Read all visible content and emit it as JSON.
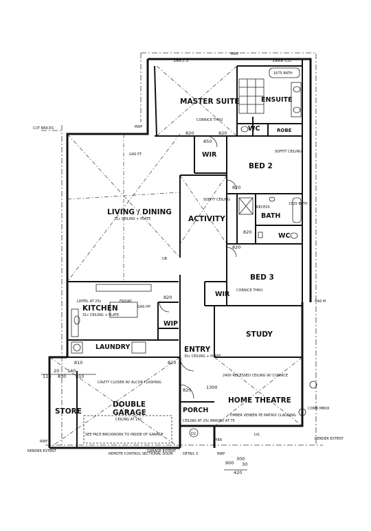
{
  "rooms": {
    "master_suite": "MASTER SUITE",
    "ensuite": "ENSUITE",
    "wc_ensuite": "WC",
    "robe": "ROBE",
    "wir_master": "WIR",
    "bed2": "BED 2",
    "living_dining": "LIVING / DINING",
    "activity": "ACTIVITY",
    "bath": "BATH",
    "wc": "WC",
    "bed3": "BED 3",
    "wir": "WIR",
    "kitchen": "KITCHEN",
    "wip": "WIP",
    "laundry": "LAUNDRY",
    "study": "STUDY",
    "entry": "ENTRY",
    "store": "STORE",
    "garage_line1": "DOUBLE",
    "garage_line2": "GARAGE",
    "porch": "PORCH",
    "home_theatre": "HOME THEATRE"
  },
  "notes": {
    "bath_1675": "1675 BATH",
    "cornice_thru": "CORNICE THRU",
    "gas_pt": "GAS PT.",
    "soffit_ceiling": "SOFFIT CEILING",
    "soffit_ceiling_2": "SOFFIT CEILING",
    "living_ceiling": "31c CEILING + PLATE",
    "kitchen_ceiling": "31c CEILING + PLATE",
    "lintel": "LINTEL AT 25c",
    "friday": "FRIDAY",
    "gas_hp": "GAS HP",
    "recess": "RECESS",
    "bath_1525": "1525 BATH",
    "cornice_thru_2": "CORNICE THRU",
    "entry_ceiling": "31c CEILING + PLATE",
    "recessed_ceiling": "2400 RECESSED CEILING W/ CORNICE",
    "cavity_closer": "CAVITY CLOSER W/ ALCOR FLASHING",
    "garage_ceiling": "CEILING AT 25c",
    "brickwork": "SEE FACE BRICKWORK TO INSIDE OF GARAGE",
    "remote_door": "REMOTE CONTROL SECTIONAL DOOR",
    "porch_ceiling": "CEILING AT 25c BRAVED AT 75",
    "timber": "TIMBER VENEER PE MATRIX CLADDING",
    "cut_bricks": "CUT BRICKS",
    "render_left": "RENDER EXTENT",
    "render_right": "RENDER EXTENT",
    "gas_meter": "GAS M",
    "comb_meter": "COMB MBOX",
    "detail": "DETAIL 3",
    "rwp_top": "RWP",
    "rwp_left": "RWP",
    "rwp_bottom": "RWP",
    "rwp_garage": "RWP",
    "ul": "UB",
    "lvl": "LVL",
    "garage_extent": "GARAGE EXTENT",
    "pier": "PIER",
    "d2": "D2"
  },
  "dims": {
    "top_a": "18x3.5",
    "top_b": "18x8 CO",
    "d820a": "820",
    "d820b": "820",
    "d850": "850",
    "d820c": "820",
    "d820d": "820",
    "d820e": "820",
    "d820f": "820",
    "d820g": "820",
    "d820h": "820",
    "d110": "110",
    "d20": "20",
    "d830": "830",
    "d140": "140",
    "d810a": "810",
    "d810b": "810",
    "d1300": "1300",
    "d900": "900",
    "d300": "300",
    "d420": "420",
    "d30": "30"
  }
}
